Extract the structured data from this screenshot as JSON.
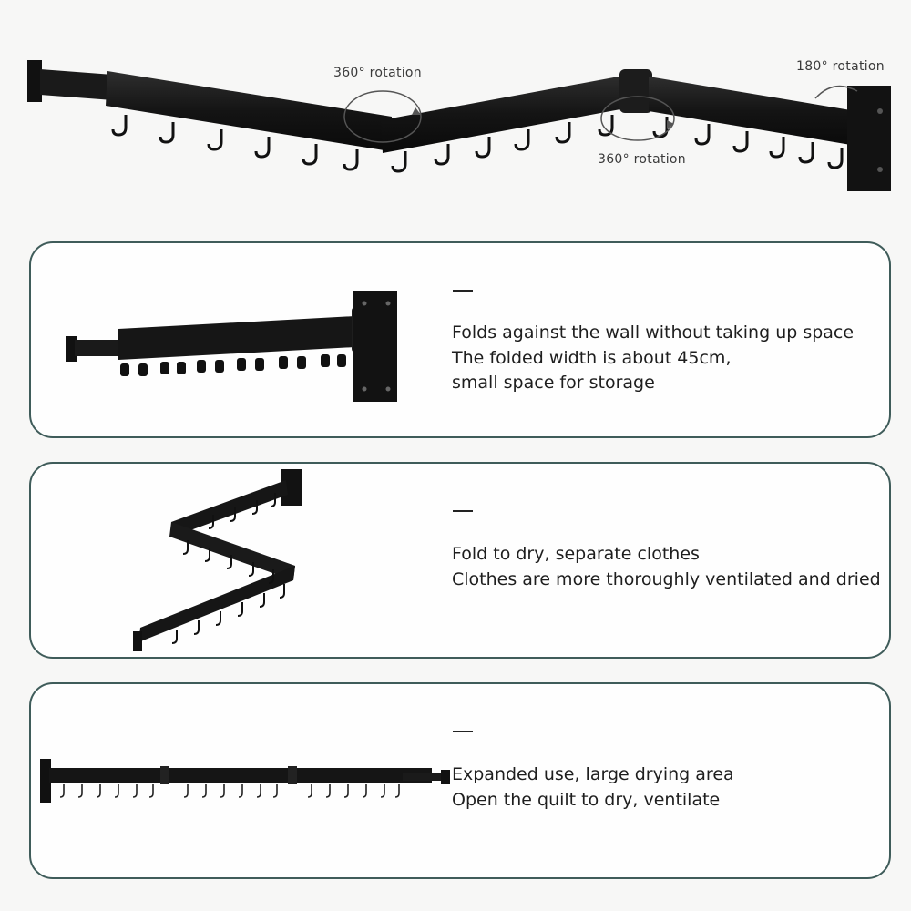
{
  "hero": {
    "rotation_left": "360° rotation",
    "rotation_right": "180° rotation",
    "rotation_bottom": "360° rotation"
  },
  "cards": [
    {
      "name": "folded",
      "lines": [
        "Folds against the wall without taking up space",
        "The folded width is about 45cm,",
        "small space for storage"
      ]
    },
    {
      "name": "zigzag",
      "lines": [
        "Fold to dry, separate clothes",
        "Clothes are more thoroughly ventilated and dried"
      ]
    },
    {
      "name": "expanded",
      "lines": [
        "Expanded use, large drying area",
        "Open the quilt to dry, ventilate"
      ]
    }
  ],
  "colors": {
    "card_border": "#3f5c5a",
    "rack": "#141414",
    "background": "#f7f7f6"
  }
}
